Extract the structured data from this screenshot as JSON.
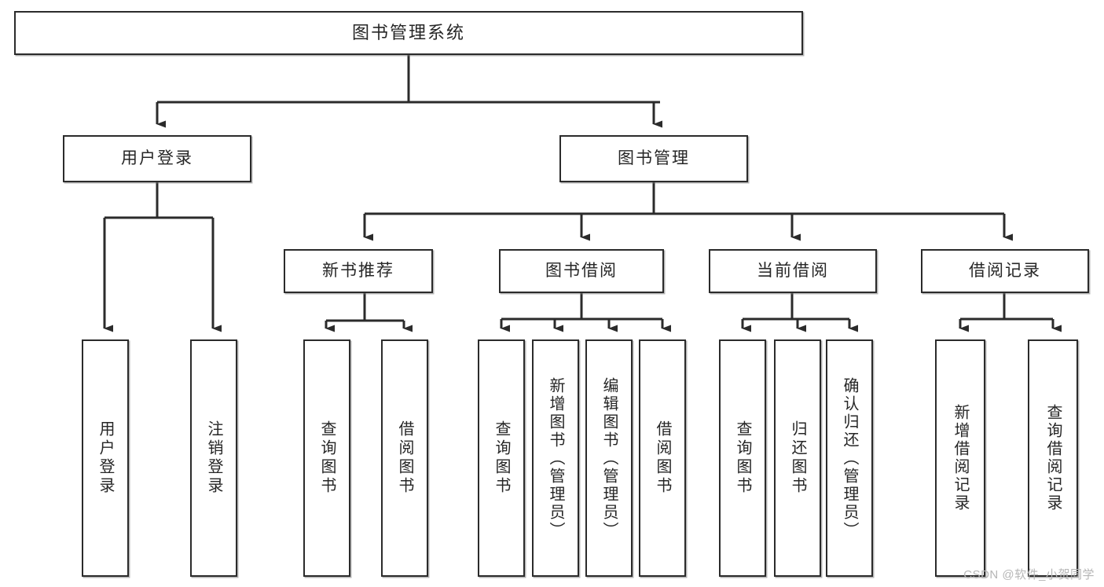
{
  "diagram": {
    "title": "图书管理系统",
    "watermark": "CSDN @软件_小贺同学",
    "line_color": "#2b2b2b",
    "box_fill": "#ffffff",
    "text_color": "#262626"
  },
  "nodes": {
    "root": {
      "label": "图书管理系统"
    },
    "level1": [
      {
        "label": "用户登录"
      },
      {
        "label": "图书管理"
      }
    ],
    "level2": [
      {
        "label": "新书推荐"
      },
      {
        "label": "图书借阅"
      },
      {
        "label": "当前借阅"
      },
      {
        "label": "借阅记录"
      }
    ],
    "leaves": {
      "user_login": [
        {
          "label": "用户登录"
        },
        {
          "label": "注销登录"
        }
      ],
      "new_book": [
        {
          "label": "查询图书"
        },
        {
          "label": "借阅图书"
        }
      ],
      "book_borrow": [
        {
          "label": "查询图书"
        },
        {
          "label": "新增图书（管理员）"
        },
        {
          "label": "编辑图书（管理员）"
        },
        {
          "label": "借阅图书"
        }
      ],
      "current_borrow": [
        {
          "label": "查询图书"
        },
        {
          "label": "归还图书"
        },
        {
          "label": "确认归还（管理员）"
        }
      ],
      "borrow_record": [
        {
          "label": "新增借阅记录"
        },
        {
          "label": "查询借阅记录"
        }
      ]
    }
  }
}
